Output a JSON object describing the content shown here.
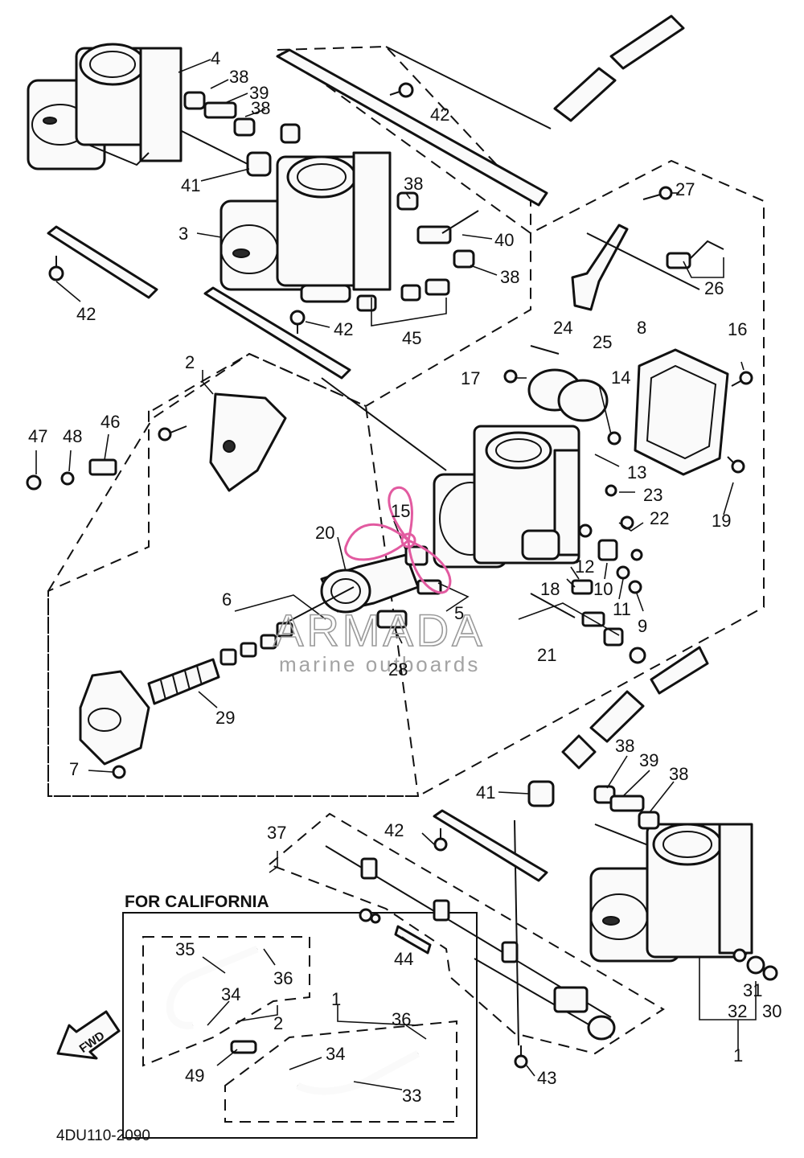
{
  "drawing_code": "4DU110-2090",
  "section_heading": "FOR CALIFORNIA",
  "fwd_arrow_text": "FWD",
  "watermark": {
    "name": "ARMADA",
    "tagline": "marine outboards",
    "accent_color": "#e25aa0"
  },
  "callouts": [
    "1",
    "2",
    "3",
    "4",
    "5",
    "6",
    "7",
    "8",
    "9",
    "10",
    "11",
    "12",
    "13",
    "14",
    "15",
    "16",
    "17",
    "18",
    "19",
    "20",
    "21",
    "22",
    "23",
    "24",
    "25",
    "26",
    "27",
    "28",
    "29",
    "30",
    "31",
    "32",
    "33",
    "34",
    "35",
    "36",
    "37",
    "38",
    "39",
    "40",
    "41",
    "42",
    "43",
    "44",
    "45",
    "46",
    "47",
    "48",
    "49"
  ]
}
